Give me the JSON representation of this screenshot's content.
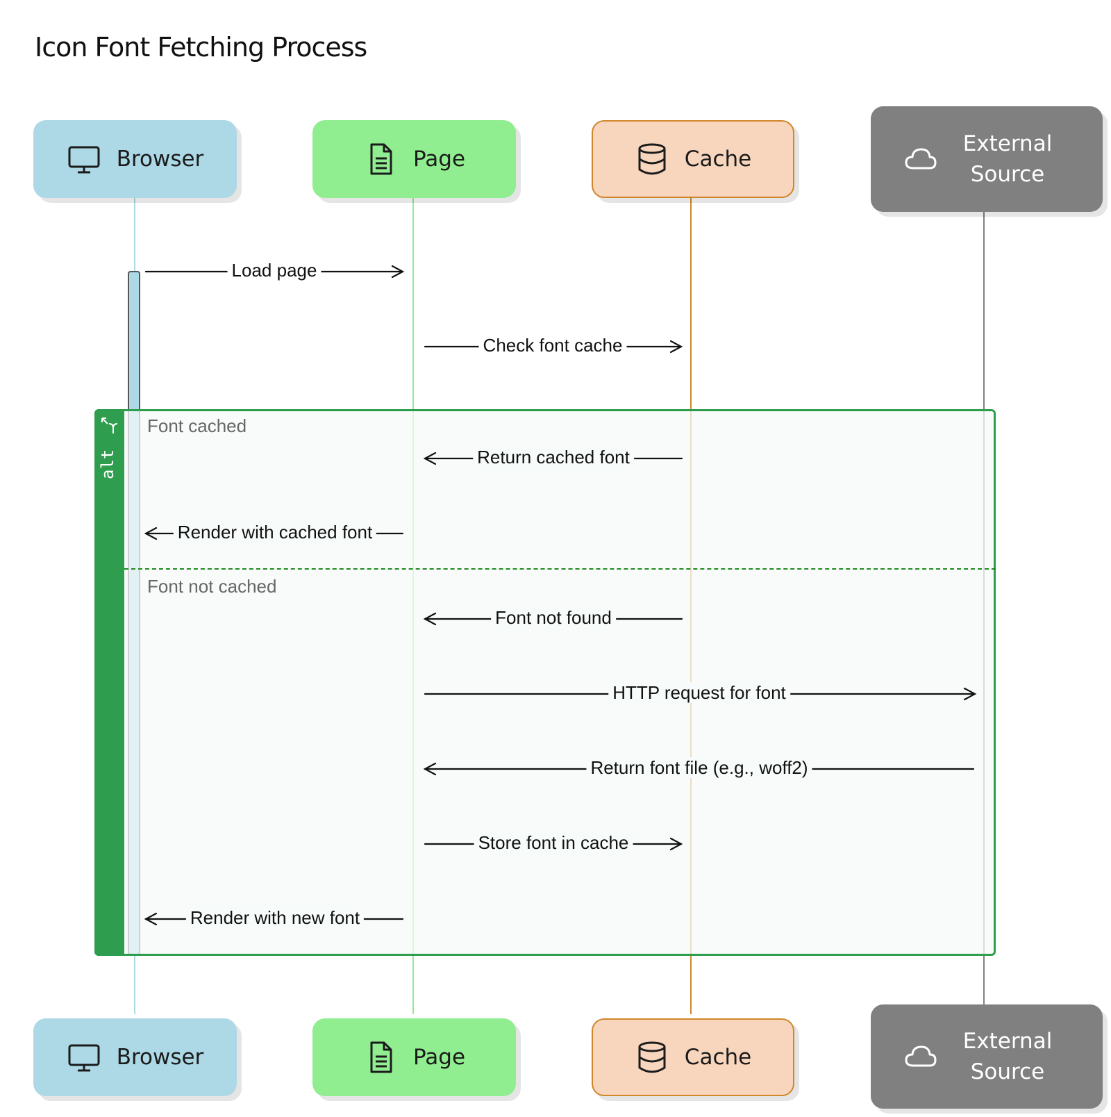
{
  "title": "Icon Font Fetching Process",
  "participants": [
    {
      "id": "browser",
      "label": "Browser",
      "icon": "monitor-icon"
    },
    {
      "id": "page",
      "label": "Page",
      "icon": "file-text-icon"
    },
    {
      "id": "cache",
      "label": "Cache",
      "icon": "database-icon"
    },
    {
      "id": "ext",
      "label": "External Source",
      "icon": "cloud-icon"
    }
  ],
  "messages": [
    {
      "from": "browser",
      "to": "page",
      "label": "Load page"
    },
    {
      "from": "page",
      "to": "cache",
      "label": "Check font cache"
    },
    {
      "from": "cache",
      "to": "page",
      "label": "Return cached font"
    },
    {
      "from": "page",
      "to": "browser",
      "label": "Render with cached font"
    },
    {
      "from": "cache",
      "to": "page",
      "label": "Font not found"
    },
    {
      "from": "page",
      "to": "ext",
      "label": "HTTP request for font"
    },
    {
      "from": "ext",
      "to": "page",
      "label": "Return font file (e.g., woff2)"
    },
    {
      "from": "page",
      "to": "cache",
      "label": "Store font in cache"
    },
    {
      "from": "page",
      "to": "browser",
      "label": "Render with new font"
    }
  ],
  "alt_block": {
    "operator": "alt",
    "branches": [
      {
        "guard": "Font cached"
      },
      {
        "guard": "Font not cached"
      }
    ]
  },
  "colors": {
    "browser": "#add8e6",
    "page": "#90ee90",
    "cache": "#f8d6bd",
    "cache_border": "#d0862a",
    "external": "#808080",
    "alt_frame": "#2e9e4e"
  }
}
